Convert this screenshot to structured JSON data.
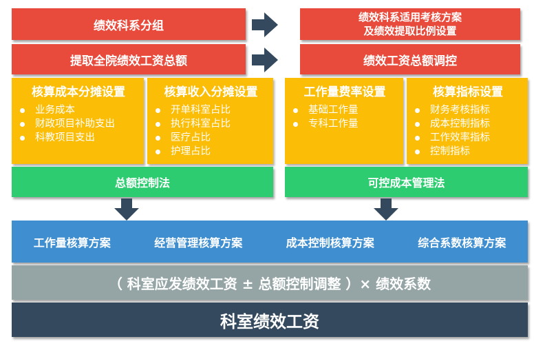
{
  "left": {
    "box1": "绩效科系分组",
    "box2": "提取全院绩效工资总额",
    "cost_panel": {
      "title": "核算成本分摊设置",
      "items": [
        "业务成本",
        "财政项目补助支出",
        "科教项目支出"
      ]
    },
    "income_panel": {
      "title": "核算收入分摊设置",
      "items": [
        "开单科室占比",
        "执行科室占比",
        "医疗占比",
        "护理占比"
      ]
    },
    "method": "总额控制法"
  },
  "right": {
    "box1_line1": "绩效科系适用考核方案",
    "box1_line2": "及绩效提取比例设置",
    "box2": "绩效工资总额调控",
    "rate_panel": {
      "title": "工作量费率设置",
      "items": [
        "基础工作量",
        "专科工作量"
      ]
    },
    "indicator_panel": {
      "title": "核算指标设置",
      "items": [
        "财务考核指标",
        "成本控制指标",
        "工作效率指标",
        "控制指标"
      ]
    },
    "method": "可控成本管理法"
  },
  "schemes": [
    "工作量核算方案",
    "经营管理核算方案",
    "成本控制核算方案",
    "综合系数核算方案"
  ],
  "formula": "（ 科室应发绩效工资 ± 总额控制调整 ）× 绩效系数",
  "result": "科室绩效工资",
  "colors": {
    "red": "#e84b3c",
    "yellow": "#fbbd06",
    "green": "#2ecc71",
    "blue": "#3e8ed0",
    "gray": "#95a5a6",
    "navy": "#34495e",
    "arrow": "#34495e"
  }
}
